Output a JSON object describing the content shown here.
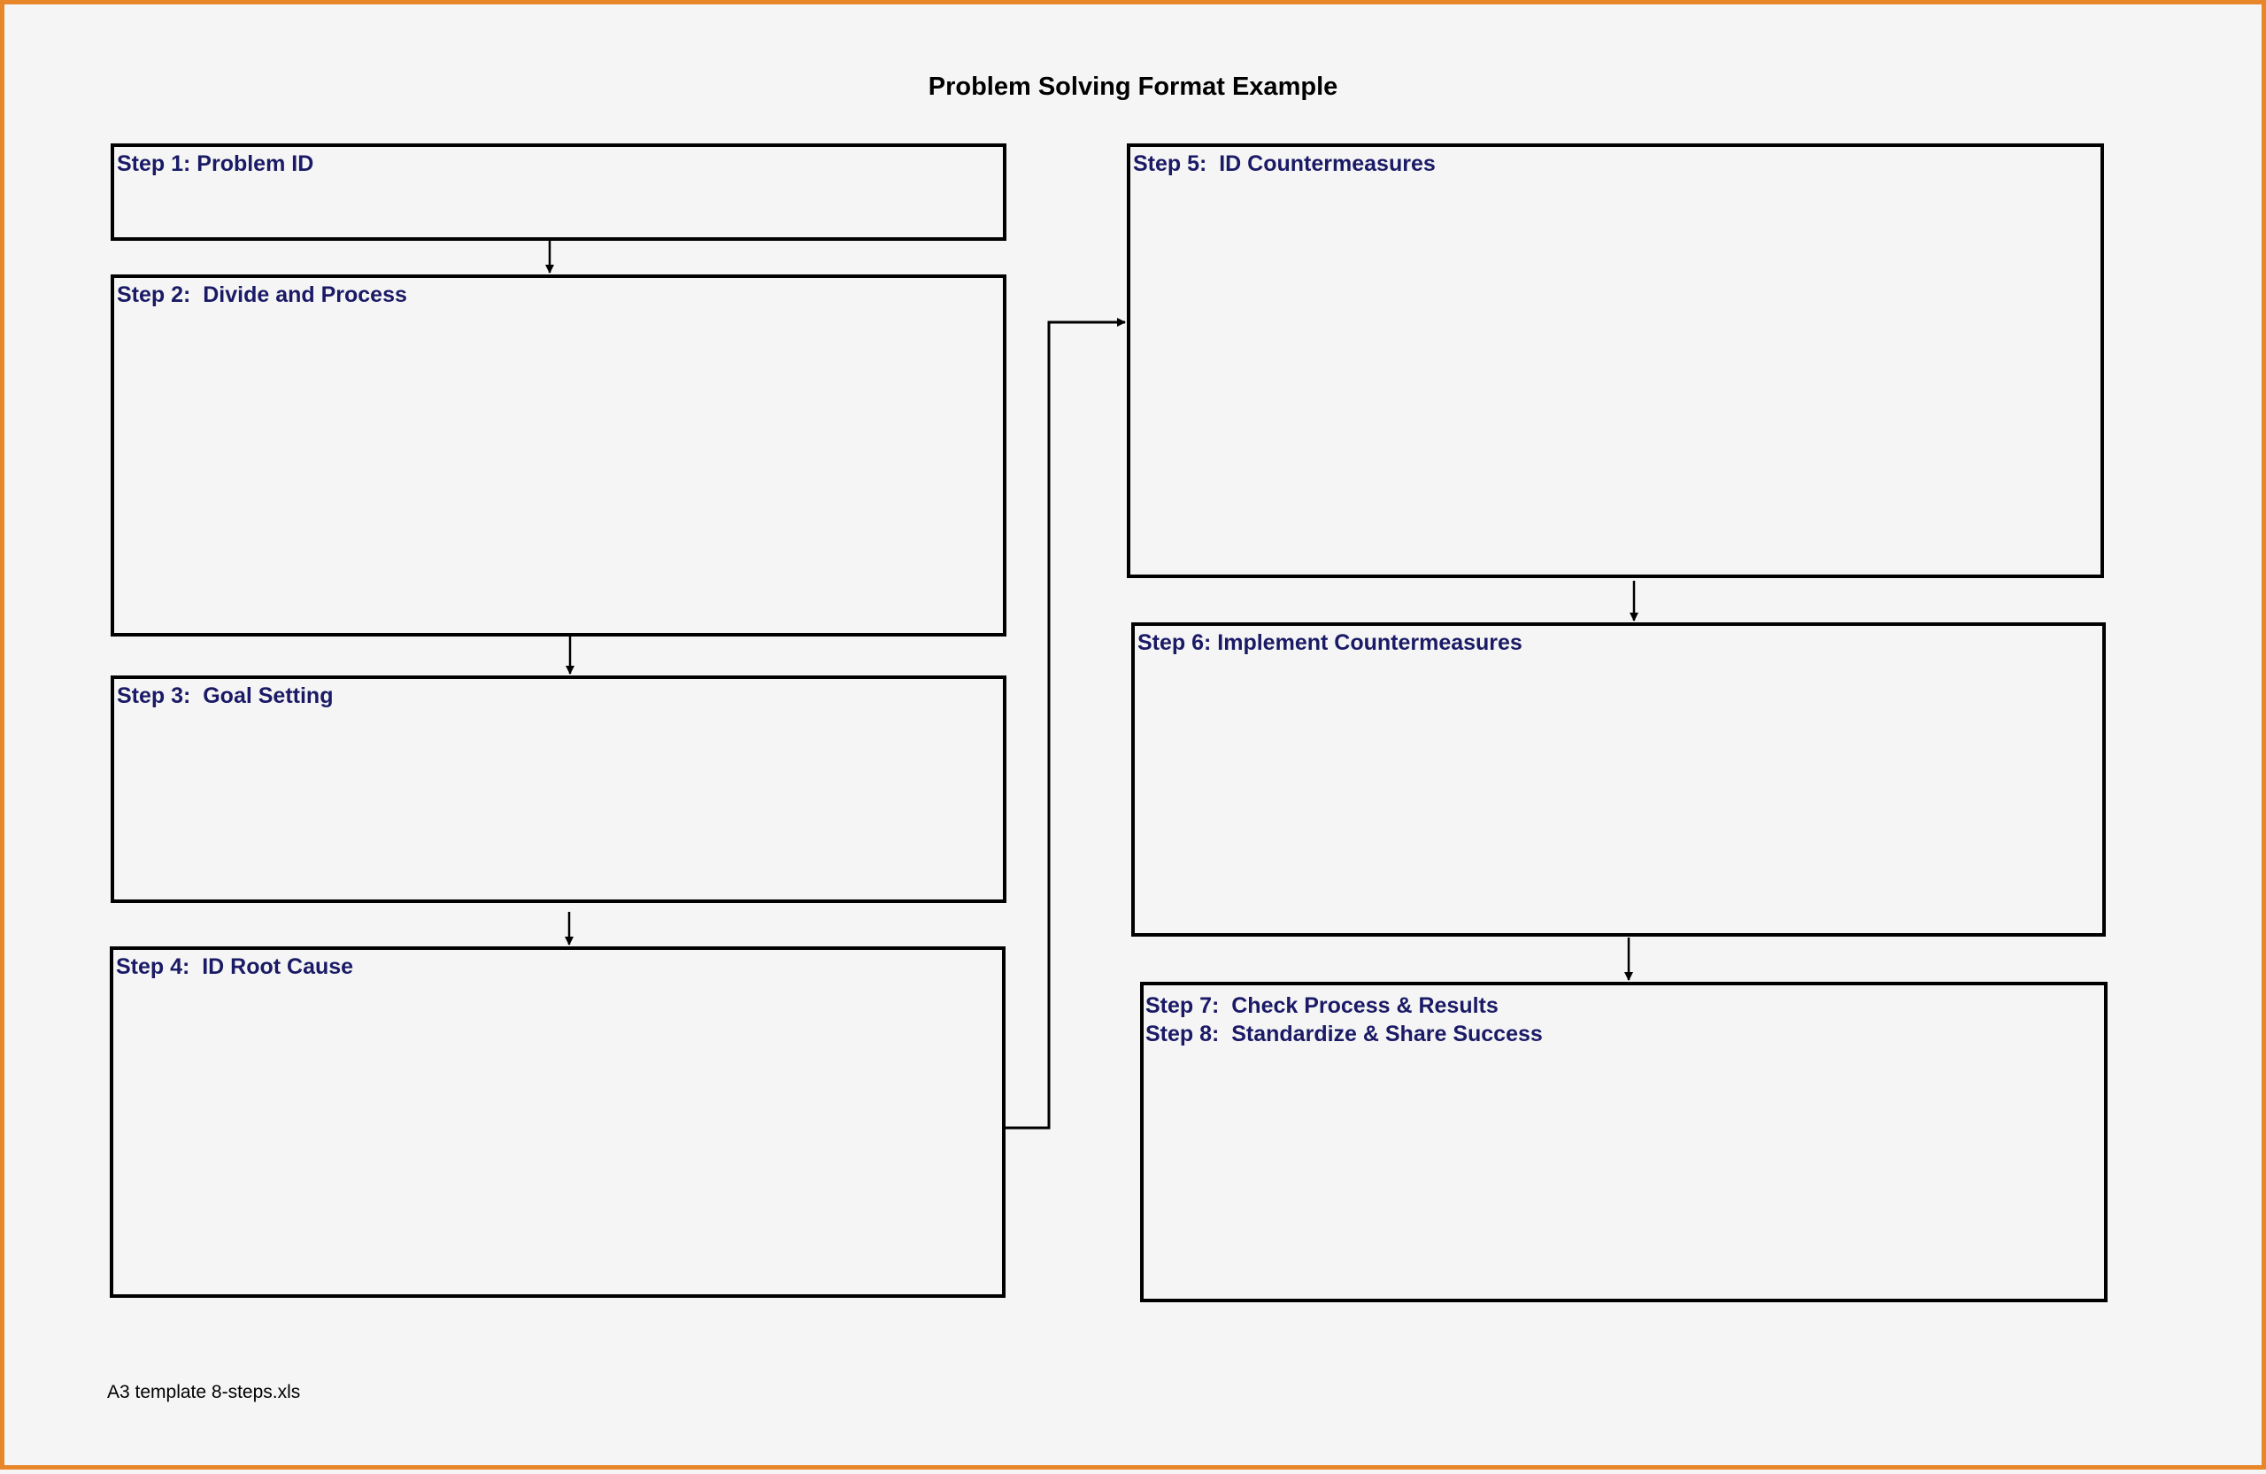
{
  "title": "Problem Solving Format Example",
  "steps": [
    {
      "label": "Step 1: Problem ID"
    },
    {
      "label": "Step 2:  Divide and Process"
    },
    {
      "label": "Step 3:  Goal Setting"
    },
    {
      "label": "Step 4:  ID Root Cause"
    },
    {
      "label": "Step 5:  ID Countermeasures"
    },
    {
      "label": "Step 6: Implement Countermeasures"
    },
    {
      "label": "Step 7:  Check Process & Results"
    },
    {
      "label": "Step 8:  Standardize & Share Success"
    }
  ],
  "footer": {
    "filename": "A3 template 8-steps.xls"
  },
  "colors": {
    "frame": "#e8862a",
    "label": "#1a1a66",
    "box_border": "#000000",
    "background": "#f5f5f5"
  }
}
